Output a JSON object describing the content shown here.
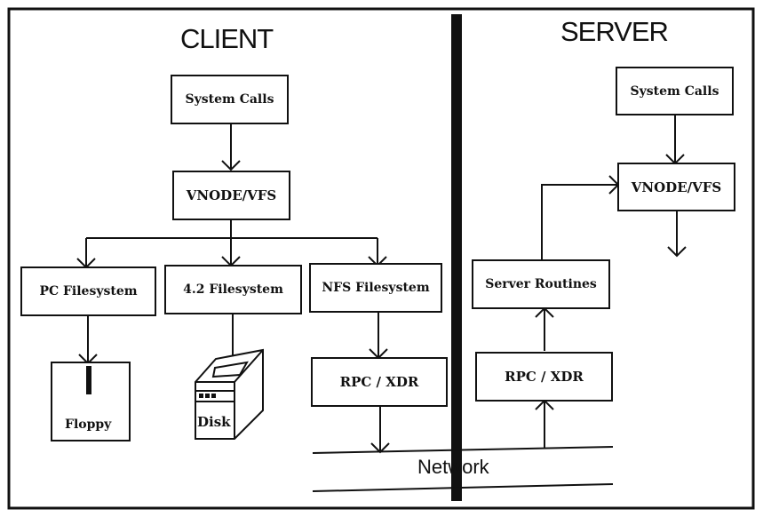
{
  "diagram": {
    "client": {
      "title": "CLIENT",
      "system_calls": "System Calls",
      "vnode_vfs": "VNODE/VFS",
      "pc_filesystem": "PC Filesystem",
      "fs42": "4.2 Filesystem",
      "nfs_filesystem": "NFS Filesystem",
      "floppy": "Floppy",
      "disk": "Disk",
      "rpc_xdr": "RPC / XDR"
    },
    "server": {
      "title": "SERVER",
      "system_calls": "System Calls",
      "vnode_vfs": "VNODE/VFS",
      "server_routines": "Server Routines",
      "rpc_xdr": "RPC / XDR"
    },
    "network": "Network"
  }
}
